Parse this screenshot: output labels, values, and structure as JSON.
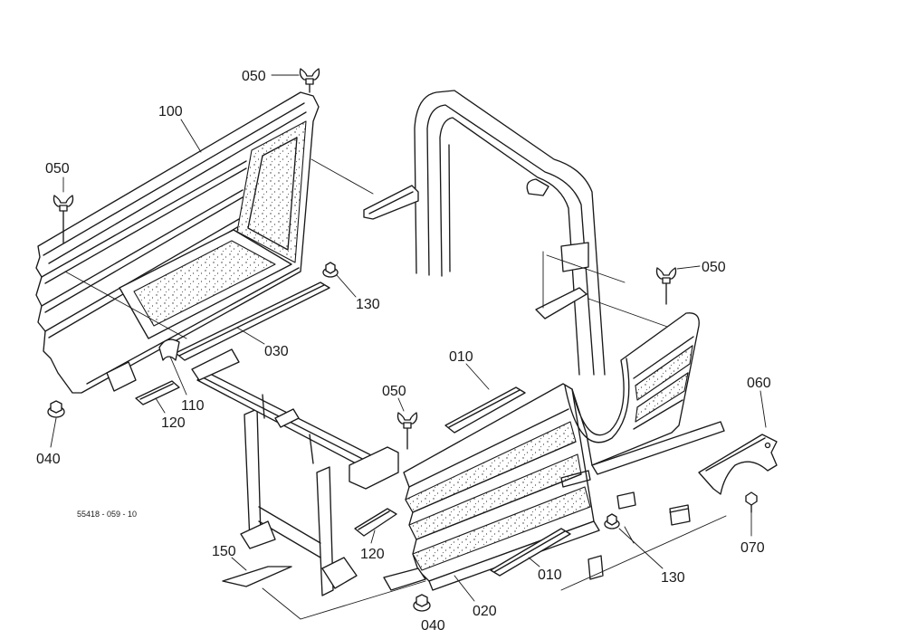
{
  "colors": {
    "ink": "#1a1a1a",
    "paper": "#ffffff"
  },
  "diagram": {
    "figure_code": "55418 - 059 - 10",
    "callouts": {
      "wing_nut_top": "050",
      "left_fender": "100",
      "wing_nut_left": "050",
      "nut_upper": "130",
      "strip_left": "030",
      "clip": "110",
      "pad_left": "120",
      "nut_left": "040",
      "wing_nut_right": "050",
      "step_mat_upper": "010",
      "wing_nut_center": "050",
      "bracket_right": "060",
      "bolt_right": "070",
      "plate": "150",
      "pad_center": "120",
      "step_mat_lower": "010",
      "nut_lower": "130",
      "nut_bottom": "040",
      "right_fender": "020"
    }
  }
}
